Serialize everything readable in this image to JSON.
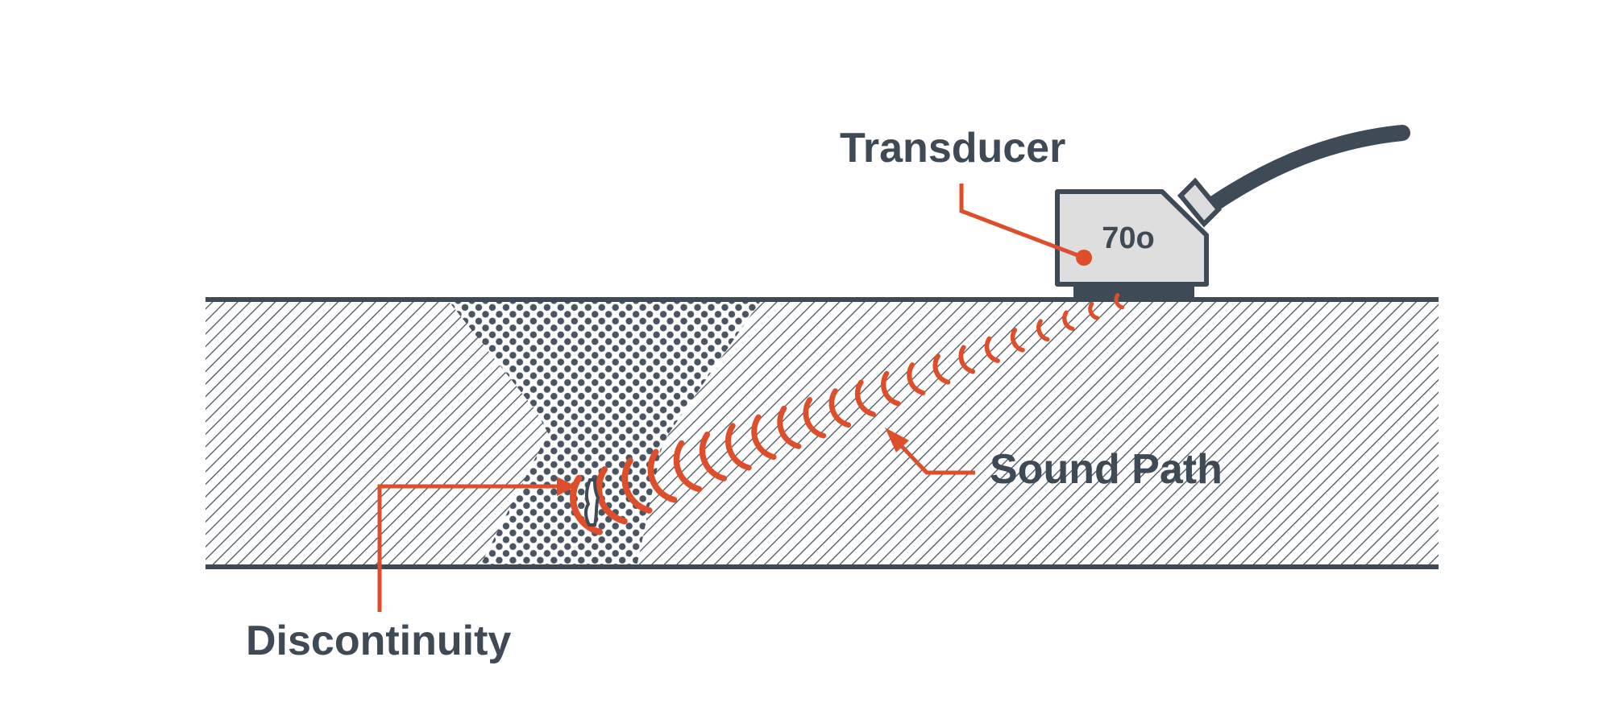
{
  "labels": {
    "transducer": "Transducer",
    "angle": "70o",
    "sound_path": "Sound Path",
    "discontinuity": "Discontinuity"
  },
  "colors": {
    "ink": "#3e4a56",
    "accent": "#de4e2b",
    "background": "#ffffff"
  },
  "icons": {
    "transducer": "angle-beam-transducer-icon",
    "discontinuity": "crack-flaw-icon"
  }
}
